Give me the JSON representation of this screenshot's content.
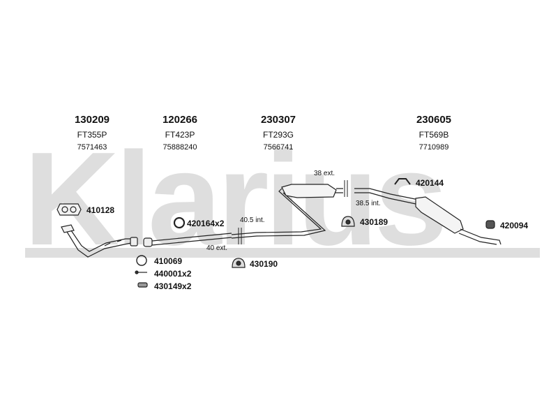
{
  "watermark": {
    "text": "Klarius"
  },
  "headers": [
    {
      "part_no": "130209",
      "ft_code": "FT355P",
      "oe_no": "7571463"
    },
    {
      "part_no": "120266",
      "ft_code": "FT423P",
      "oe_no": "75888240"
    },
    {
      "part_no": "230307",
      "ft_code": "FT293G",
      "oe_no": "7566741"
    },
    {
      "part_no": "230605",
      "ft_code": "FT569B",
      "oe_no": "7710989"
    }
  ],
  "parts": {
    "p410128": "410128",
    "p420164": "420164x2",
    "p410069": "410069",
    "p440001": "440001x2",
    "p430149": "430149x2",
    "p430190": "430190",
    "p430189": "430189",
    "p420144": "420144",
    "p420094": "420094"
  },
  "dimensions": {
    "d40_5": "40.5 int.",
    "d40": "40 ext.",
    "d38": "38 ext.",
    "d38_5": "38.5 int."
  }
}
